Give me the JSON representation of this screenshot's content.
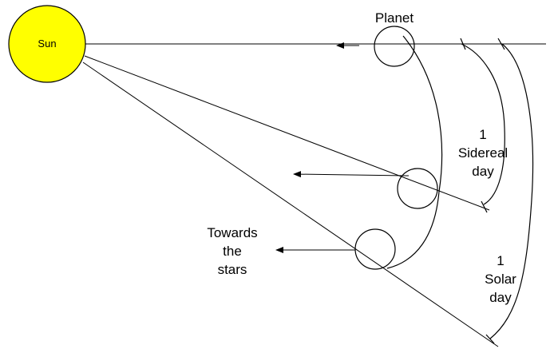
{
  "labels": {
    "sun": "Sun",
    "planet": "Planet",
    "sidereal": [
      "1",
      "Sidereal",
      "day"
    ],
    "solar": [
      "1",
      "Solar",
      "day"
    ],
    "towards": [
      "Towards",
      "the",
      "stars"
    ]
  },
  "colors": {
    "sun_fill": "#ffff00",
    "stroke": "#000000",
    "background": "#ffffff"
  }
}
